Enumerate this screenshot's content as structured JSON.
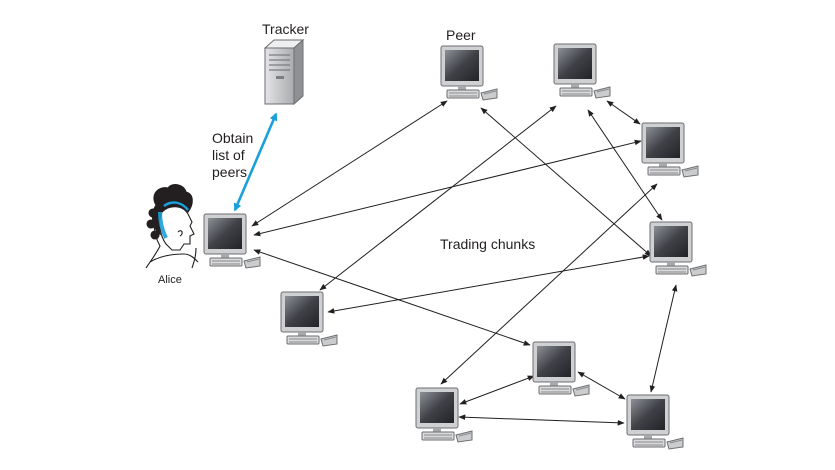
{
  "labels": {
    "tracker": "Tracker",
    "peer": "Peer",
    "obtain_line1": "Obtain",
    "obtain_line2": "list of",
    "obtain_line3": "peers",
    "trading": "Trading chunks",
    "alice": "Alice"
  },
  "colors": {
    "tracker_link": "#1aa0dc",
    "arrow": "#231f20",
    "screen": "#4a4c52",
    "case": "#c9cacc"
  },
  "icons": {
    "computer": "desktop-computer-icon",
    "server": "server-tower-icon",
    "person": "person-head-icon"
  }
}
